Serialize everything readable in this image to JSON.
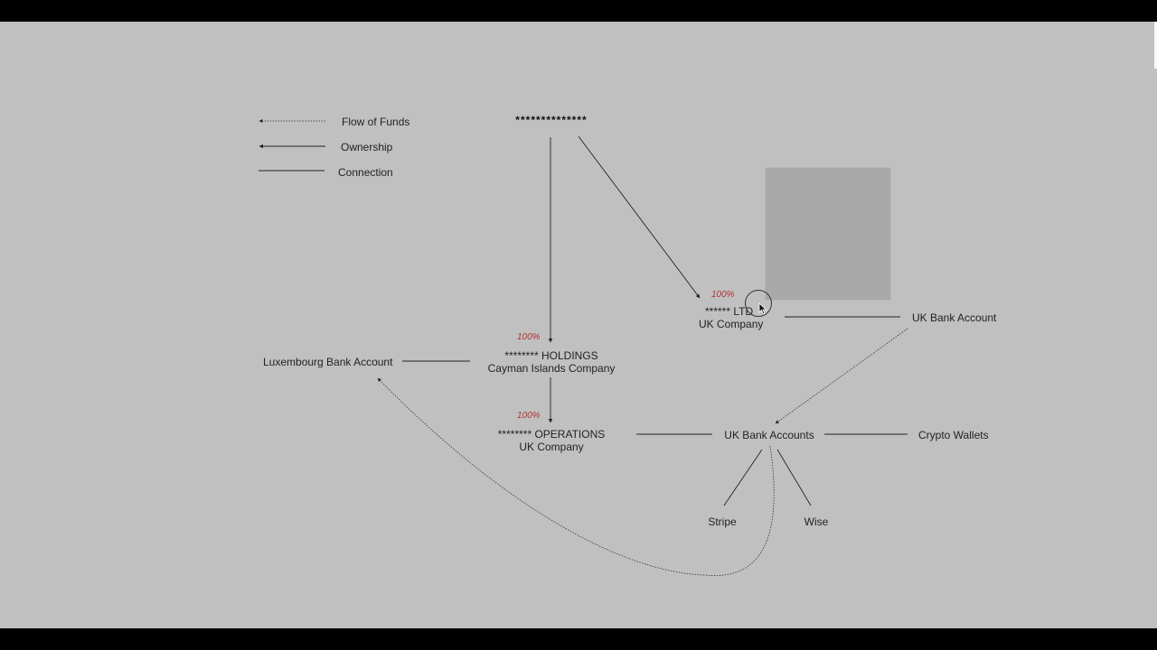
{
  "legend": {
    "flow_of_funds": "Flow of Funds",
    "ownership": "Ownership",
    "connection": "Connection"
  },
  "top_entity": {
    "name": "**************"
  },
  "ltd": {
    "pct": "100%",
    "name": "****** LTD",
    "type": "UK Company"
  },
  "holdings": {
    "pct": "100%",
    "name": "******** HOLDINGS",
    "type": "Cayman Islands Company"
  },
  "operations": {
    "pct": "100%",
    "name": "******** OPERATIONS",
    "type": "UK Company"
  },
  "accounts": {
    "luxembourg": "Luxembourg Bank Account",
    "uk_single": "UK Bank Account",
    "uk_multi": "UK Bank Accounts",
    "crypto": "Crypto Wallets",
    "stripe": "Stripe",
    "wise": "Wise"
  },
  "colors": {
    "background": "#c0c0c0",
    "percent": "#b03030",
    "line": "#222222"
  }
}
